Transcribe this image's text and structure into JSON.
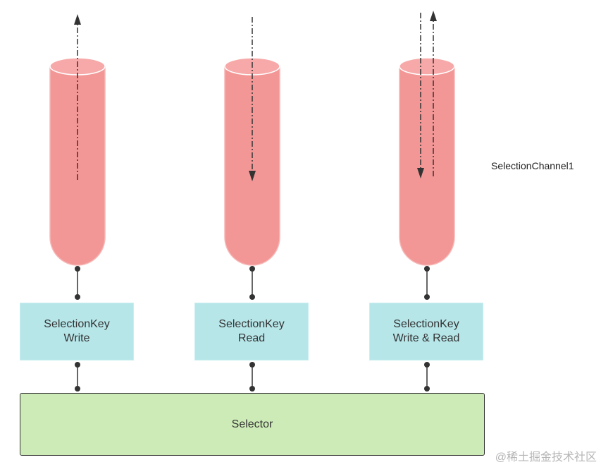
{
  "channel_label": "SelectionChannel1",
  "keys": [
    {
      "line1": "SelectionKey",
      "line2": "Write"
    },
    {
      "line1": "SelectionKey",
      "line2": "Read"
    },
    {
      "line1": "SelectionKey",
      "line2": "Write & Read"
    }
  ],
  "selector_label": "Selector",
  "watermark": "@稀土掘金技术社区",
  "colors": {
    "cylinder": "#f29796",
    "cylinder_top": "#f6a9a8",
    "key_box": "#b7e6e9",
    "selector": "#cdebb7",
    "arrow": "#333333"
  }
}
